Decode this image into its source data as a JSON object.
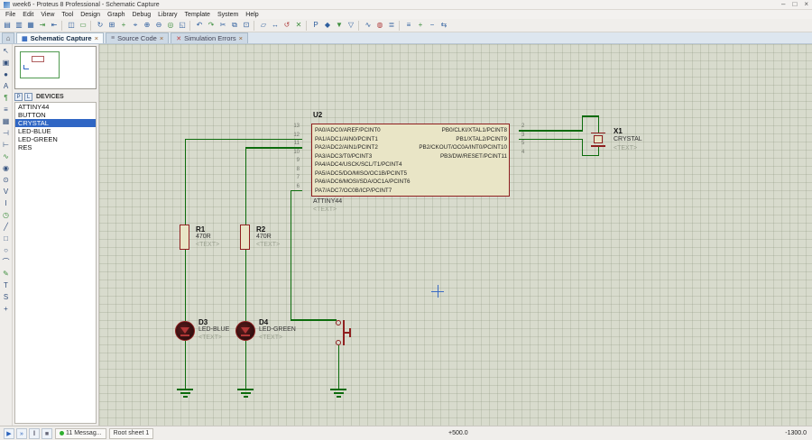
{
  "window": {
    "title": "week6 - Proteus 8 Professional - Schematic Capture",
    "minimize": "–",
    "maximize": "□",
    "close": "×"
  },
  "colors": {
    "component_outline": "#8f1f1f",
    "wire_green": "#0c6b0c",
    "selection_blue": "#2f66c4",
    "canvas": "#d8dbcd",
    "chip_fill": "#e9e5c6"
  },
  "menu": {
    "items": [
      "File",
      "Edit",
      "View",
      "Tool",
      "Design",
      "Graph",
      "Debug",
      "Library",
      "Template",
      "System",
      "Help"
    ]
  },
  "toolbar": {
    "icons": [
      {
        "name": "new-design-icon",
        "glyph": "▤"
      },
      {
        "name": "open-design-icon",
        "glyph": "▥"
      },
      {
        "name": "save-design-icon",
        "glyph": "▦"
      },
      {
        "name": "import-section-icon",
        "glyph": "⇥"
      },
      {
        "name": "export-section-icon",
        "glyph": "⇤"
      },
      {
        "sep": true
      },
      {
        "name": "print-design-icon",
        "glyph": "◫"
      },
      {
        "name": "mark-output-area-icon",
        "glyph": "▭"
      },
      {
        "sep": true
      },
      {
        "name": "redraw-display-icon",
        "glyph": "↻"
      },
      {
        "name": "toggle-grid-icon",
        "glyph": "⊞"
      },
      {
        "name": "false-origin-icon",
        "glyph": "+"
      },
      {
        "name": "center-at-cursor-icon",
        "glyph": "⌖"
      },
      {
        "name": "zoom-in-icon",
        "glyph": "⊕"
      },
      {
        "name": "zoom-out-icon",
        "glyph": "⊖"
      },
      {
        "name": "zoom-all-icon",
        "glyph": "◎"
      },
      {
        "name": "zoom-area-icon",
        "glyph": "◱"
      },
      {
        "sep": true
      },
      {
        "name": "undo-icon",
        "glyph": "↶"
      },
      {
        "name": "redo-icon",
        "glyph": "↷"
      },
      {
        "name": "cut-icon",
        "glyph": "✂"
      },
      {
        "name": "copy-icon",
        "glyph": "⧉"
      },
      {
        "name": "paste-icon",
        "glyph": "⊡"
      },
      {
        "sep": true
      },
      {
        "name": "block-copy-icon",
        "glyph": "▱"
      },
      {
        "name": "block-move-icon",
        "glyph": "↔"
      },
      {
        "name": "block-rotate-icon",
        "glyph": "↺"
      },
      {
        "name": "block-delete-icon",
        "glyph": "✕"
      },
      {
        "sep": true
      },
      {
        "name": "pick-parts-icon",
        "glyph": "P"
      },
      {
        "name": "make-device-icon",
        "glyph": "◆"
      },
      {
        "name": "packaging-tool-icon",
        "glyph": "▼"
      },
      {
        "name": "decompose-icon",
        "glyph": "▽"
      },
      {
        "sep": true
      },
      {
        "name": "wire-autorouter-icon",
        "glyph": "∿"
      },
      {
        "name": "search-tag-icon",
        "glyph": "◍"
      },
      {
        "name": "property-assignment-icon",
        "glyph": "≣"
      },
      {
        "sep": true
      },
      {
        "name": "design-explorer-icon",
        "glyph": "≡"
      },
      {
        "name": "new-sheet-icon",
        "glyph": "+"
      },
      {
        "name": "remove-sheet-icon",
        "glyph": "−"
      },
      {
        "name": "goto-sheet-icon",
        "glyph": "⇆"
      }
    ]
  },
  "tabbar": {
    "home_glyph": "⌂",
    "tabs": [
      {
        "icon": "▦",
        "label": "Schematic Capture",
        "close": "×",
        "active": true
      },
      {
        "icon": "≡",
        "label": "Source Code",
        "close": "×"
      },
      {
        "icon": "✕",
        "label": "Simulation Errors",
        "close": "×"
      }
    ]
  },
  "left_toolbar": {
    "icons": [
      {
        "name": "selection-cursor-icon",
        "glyph": "↖"
      },
      {
        "name": "component-mode-icon",
        "glyph": "▣"
      },
      {
        "name": "junction-dot-mode-icon",
        "glyph": "●"
      },
      {
        "name": "wire-label-mode-icon",
        "glyph": "A"
      },
      {
        "name": "text-script-mode-icon",
        "glyph": "¶"
      },
      {
        "name": "buses-mode-icon",
        "glyph": "≡"
      },
      {
        "name": "subcircuit-mode-icon",
        "glyph": "▦"
      },
      {
        "name": "terminal-mode-icon",
        "glyph": "⊣"
      },
      {
        "name": "device-pin-mode-icon",
        "glyph": "⊢"
      },
      {
        "name": "graph-mode-icon",
        "glyph": "∿"
      },
      {
        "name": "tape-recorder-mode-icon",
        "glyph": "◉"
      },
      {
        "name": "generator-mode-icon",
        "glyph": "⊙"
      },
      {
        "name": "voltage-probe-mode-icon",
        "glyph": "V"
      },
      {
        "name": "current-probe-mode-icon",
        "glyph": "I"
      },
      {
        "name": "virtual-instruments-mode-icon",
        "glyph": "◷"
      },
      {
        "name": "2d-line-mode-icon",
        "glyph": "╱"
      },
      {
        "name": "2d-box-mode-icon",
        "glyph": "□"
      },
      {
        "name": "2d-circle-mode-icon",
        "glyph": "○"
      },
      {
        "name": "2d-arc-mode-icon",
        "glyph": "⌒"
      },
      {
        "name": "2d-path-mode-icon",
        "glyph": "✎"
      },
      {
        "name": "2d-text-mode-icon",
        "glyph": "T"
      },
      {
        "name": "2d-symbol-mode-icon",
        "glyph": "S"
      },
      {
        "name": "2d-marker-mode-icon",
        "glyph": "+"
      }
    ]
  },
  "devices_panel": {
    "filter_buttons": [
      "P",
      "L"
    ],
    "title": "DEVICES",
    "items": [
      {
        "name": "ATTINY44"
      },
      {
        "name": "BUTTON"
      },
      {
        "name": "CRYSTAL",
        "selected": true
      },
      {
        "name": "LED-BLUE"
      },
      {
        "name": "LED-GREEN"
      },
      {
        "name": "RES"
      }
    ]
  },
  "schematic": {
    "u2": {
      "ref": "U2",
      "value": "ATTINY44",
      "text": "<TEXT>",
      "left_pins": [
        {
          "num": "13",
          "name": "PA0/ADC0/AREF/PCINT0"
        },
        {
          "num": "12",
          "name": "PA1/ADC1/AIN0/PCINT1"
        },
        {
          "num": "11",
          "name": "PA2/ADC2/AIN1/PCINT2"
        },
        {
          "num": "10",
          "name": "PA3/ADC3/T0/PCINT3"
        },
        {
          "num": "9",
          "name": "PA4/ADC4/USCK/SCL/T1/PCINT4"
        },
        {
          "num": "8",
          "name": "PA5/ADC5/DO/MISO/OC1B/PCINT5"
        },
        {
          "num": "7",
          "name": "PA6/ADC6/MOSI/SDA/OC1A/PCINT6"
        },
        {
          "num": "6",
          "name": "PA7/ADC7/OC0B/ICP/PCINT7"
        }
      ],
      "right_pins": [
        {
          "num": "2",
          "name": "PB0/CLKI/XTAL1/PCINT8"
        },
        {
          "num": "3",
          "name": "PB1/XTAL2/PCINT9"
        },
        {
          "num": "5",
          "name": "PB2/CKOUT/OC0A/INT0/PCINT10"
        },
        {
          "num": "4",
          "name": "PB3/DW/RESET/PCINT11"
        }
      ]
    },
    "r1": {
      "ref": "R1",
      "value": "470R",
      "text": "<TEXT>"
    },
    "r2": {
      "ref": "R2",
      "value": "470R",
      "text": "<TEXT>"
    },
    "d3": {
      "ref": "D3",
      "value": "LED-BLUE",
      "text": "<TEXT>"
    },
    "d4": {
      "ref": "D4",
      "value": "LED-GREEN",
      "text": "<TEXT>"
    },
    "x1": {
      "ref": "X1",
      "value": "CRYSTAL",
      "text": "<TEXT>"
    }
  },
  "statusbar": {
    "icons": [
      {
        "name": "play-button",
        "glyph": "▶"
      },
      {
        "name": "step-button",
        "glyph": "»"
      },
      {
        "name": "pause-button",
        "glyph": "‖"
      },
      {
        "name": "stop-button",
        "glyph": "■"
      }
    ],
    "message": "11 Messag...",
    "sheet": "Root sheet 1",
    "coord_center": "+500.0",
    "coord_right": "-1300.0"
  }
}
